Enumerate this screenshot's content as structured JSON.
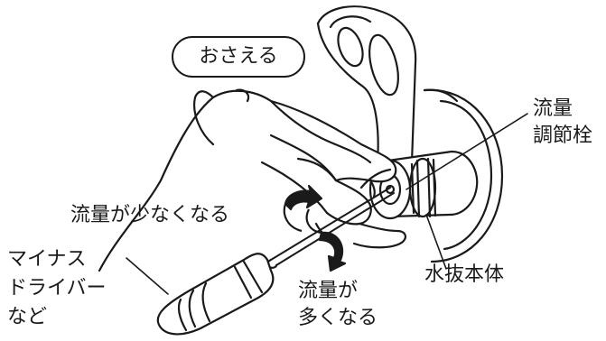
{
  "labels": {
    "press": "おさえる",
    "flow_adjust": [
      "流量",
      "調節栓"
    ],
    "flow_less": "流量が少なくなる",
    "drain_body": "水抜本体",
    "screwdriver": [
      "マイナス",
      "ドライバー",
      "など"
    ],
    "flow_more": [
      "流量が",
      "多くなる"
    ]
  },
  "colors": {
    "ink": "#1a1a1a",
    "background": "#ffffff"
  }
}
